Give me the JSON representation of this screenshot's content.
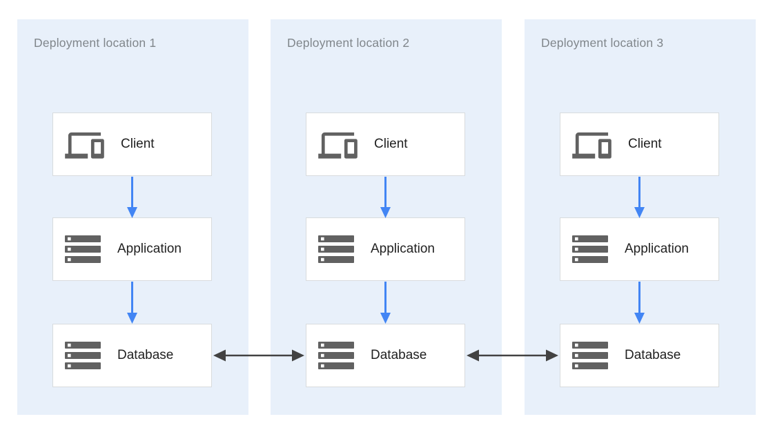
{
  "diagram": {
    "panels": [
      {
        "title": "Deployment location 1",
        "nodes": [
          {
            "label": "Client",
            "icon": "devices-icon"
          },
          {
            "label": "Application",
            "icon": "servers-icon"
          },
          {
            "label": "Database",
            "icon": "servers-icon"
          }
        ]
      },
      {
        "title": "Deployment location 2",
        "nodes": [
          {
            "label": "Client",
            "icon": "devices-icon"
          },
          {
            "label": "Application",
            "icon": "servers-icon"
          },
          {
            "label": "Database",
            "icon": "servers-icon"
          }
        ]
      },
      {
        "title": "Deployment location 3",
        "nodes": [
          {
            "label": "Client",
            "icon": "devices-icon"
          },
          {
            "label": "Application",
            "icon": "servers-icon"
          },
          {
            "label": "Database",
            "icon": "servers-icon"
          }
        ]
      }
    ],
    "colors": {
      "panel_background": "#e8f0fa",
      "node_background": "#ffffff",
      "node_border": "#d8dbdd",
      "icon_gray": "#616161",
      "title_gray": "#80868b",
      "label_dark": "#212121",
      "flow_arrow_blue": "#4285f4",
      "replication_arrow_dark": "#424242"
    }
  }
}
